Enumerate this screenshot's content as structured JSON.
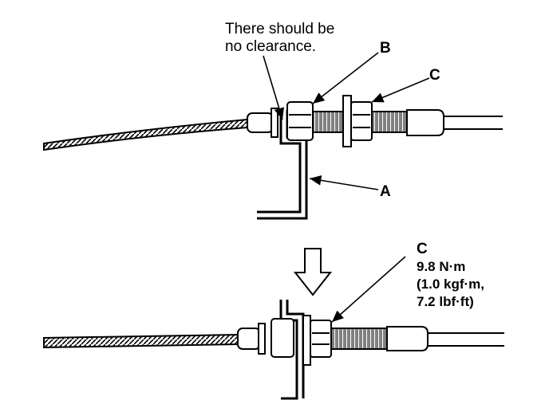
{
  "annotation": {
    "note_line1": "There should be",
    "note_line2": "no clearance."
  },
  "labels": {
    "a": "A",
    "b": "B",
    "c_top": "C",
    "c_bottom": "C"
  },
  "torque": {
    "line1": "9.8 N·m",
    "line2": "(1.0 kgf·m,",
    "line3": "7.2 lbf·ft)"
  },
  "icons": {
    "step_arrow": "down-arrow-icon"
  },
  "colors": {
    "ink": "#000000",
    "paper": "#ffffff"
  }
}
